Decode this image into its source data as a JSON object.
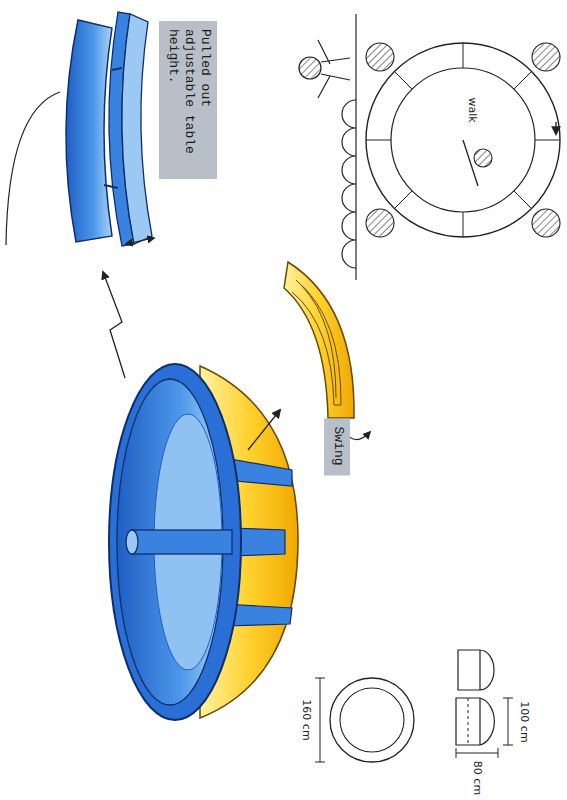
{
  "diagram": {
    "nodes": [
      {
        "text": [
          "Pulled out adjustable table height."
        ]
      },
      {
        "text": [
          "Swing"
        ]
      }
    ],
    "labels": [
      "walk",
      "160 cm",
      "80 cm",
      "100 cm"
    ]
  }
}
